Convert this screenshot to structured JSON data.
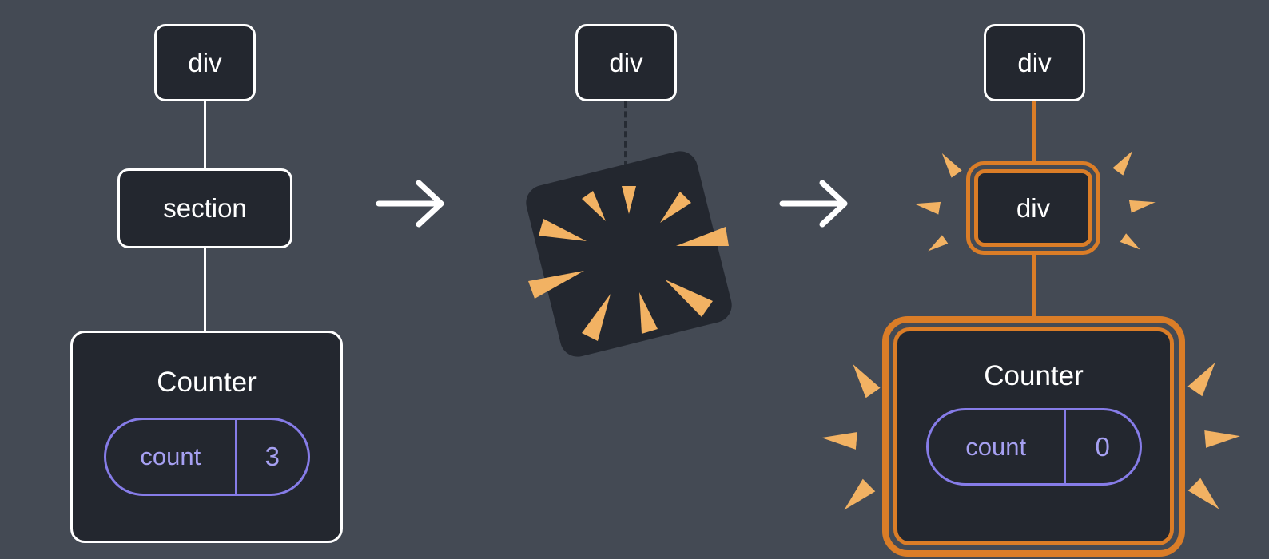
{
  "before": {
    "root_label": "div",
    "child_label": "section",
    "component_label": "Counter",
    "state_key": "count",
    "state_value": "3"
  },
  "deleting": {
    "root_label": "div"
  },
  "after": {
    "root_label": "div",
    "child_label": "div",
    "component_label": "Counter",
    "state_key": "count",
    "state_value": "0"
  },
  "icons": {
    "arrow_right": "→",
    "poof": "starburst-square",
    "spark": "triangle-ray"
  },
  "colors": {
    "background": "#444a54",
    "node_fill": "#23272f",
    "node_border": "#ffffff",
    "text": "#ffffff",
    "pill_border": "#867ce8",
    "pill_text": "#a6a0f2",
    "highlight": "#db7d27",
    "spark": "#f2b263",
    "arrow": "#ffffff",
    "connector": "#ffffff",
    "dashed_connector": "#262b33"
  }
}
